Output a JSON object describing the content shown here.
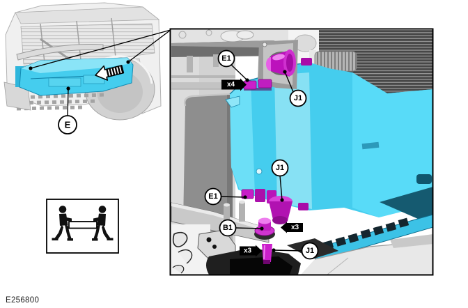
{
  "figure_id": "E256800",
  "colors": {
    "highlight_cyan": "#45cdee",
    "highlight_cyan_light": "#8ae4f7",
    "fastener_magenta": "#bc12bc",
    "badge_bg": "#000000",
    "badge_text": "#ffffff",
    "callout_bg": "#ffffff",
    "line": "#000000"
  },
  "overview": {
    "callout_e": "E",
    "arrow_icon": "install-direction-arrow"
  },
  "detail": {
    "callout_e1_top": "E1",
    "callout_j1_top": "J1",
    "callout_j1_mid": "J1",
    "callout_e1_mid": "E1",
    "callout_b1": "B1",
    "callout_j1_bottom": "J1",
    "badge_x4": "x4",
    "badge_x3_left": "x3",
    "badge_x3_bottom": "x3"
  },
  "safety": {
    "icon": "two-person-lift-icon"
  }
}
